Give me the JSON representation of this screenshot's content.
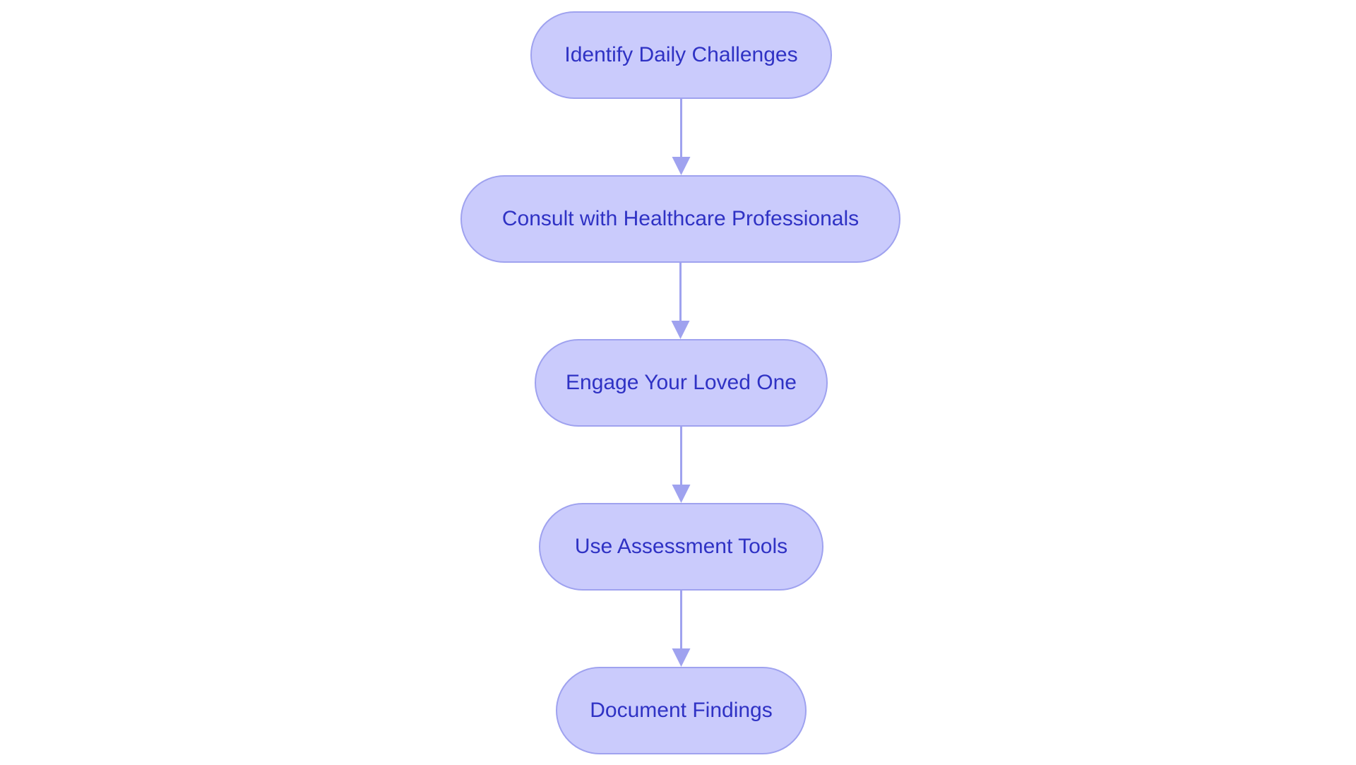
{
  "colors": {
    "node_fill": "#cacbfc",
    "node_border": "#9fa2ef",
    "node_text": "#2f32c4",
    "edge": "#9fa2ef"
  },
  "nodes": [
    {
      "label": "Identify Daily Challenges"
    },
    {
      "label": "Consult with Healthcare Professionals"
    },
    {
      "label": "Engage Your Loved One"
    },
    {
      "label": "Use Assessment Tools"
    },
    {
      "label": "Document Findings"
    }
  ],
  "edges": [
    {
      "from": 0,
      "to": 1
    },
    {
      "from": 1,
      "to": 2
    },
    {
      "from": 2,
      "to": 3
    },
    {
      "from": 3,
      "to": 4
    }
  ]
}
